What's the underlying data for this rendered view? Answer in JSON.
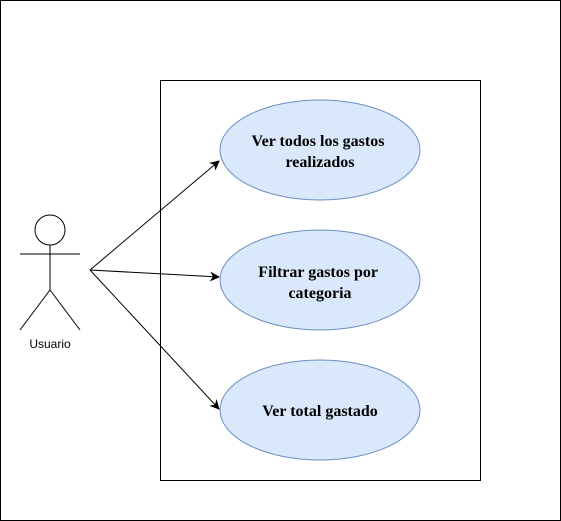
{
  "actor": {
    "label": "Usuario"
  },
  "use_cases": [
    {
      "id": "uc1",
      "lines": [
        "Ver todos los gastos",
        "realizados"
      ]
    },
    {
      "id": "uc2",
      "lines": [
        "Filtrar gastos por",
        "categoria"
      ]
    },
    {
      "id": "uc3",
      "lines": [
        "Ver total gastado"
      ]
    }
  ],
  "colors": {
    "ellipse_fill": "#dae8fc",
    "ellipse_stroke": "#6c8ebf",
    "line": "#000000",
    "background": "#ffffff"
  }
}
